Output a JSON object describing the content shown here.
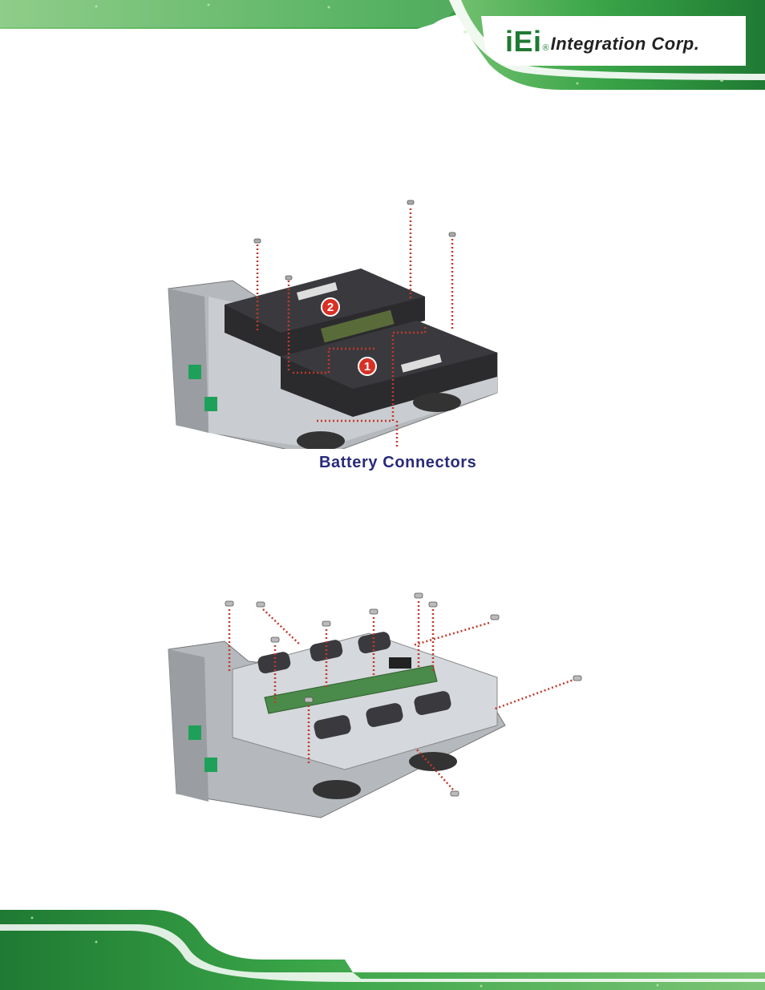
{
  "header": {
    "logo_mark": "iEi",
    "logo_registered": "®",
    "company_name": "Integration Corp."
  },
  "figure_top": {
    "callout_label": "Battery Connectors",
    "marker_1": "1",
    "marker_2": "2"
  },
  "colors": {
    "banner_green": "#3aa548",
    "banner_green_dark": "#1f7a33",
    "callout_text": "#2a2a7a",
    "dotted_line": "#c0392b",
    "marker_red": "#d93025"
  }
}
